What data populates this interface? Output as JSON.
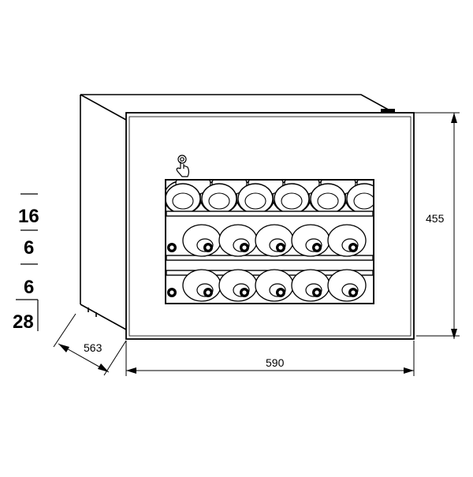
{
  "dimensions": {
    "width": "590",
    "height": "455",
    "depth": "563"
  },
  "capacity": {
    "values": [
      "16",
      "6",
      "6",
      "28"
    ]
  },
  "icons": {
    "touch_control": "touch-finger-icon"
  },
  "shelves": {
    "top_bottles_visible": 6,
    "row_bottles": 5,
    "rows": 3
  },
  "colors": {
    "line": "#000000",
    "background": "#ffffff"
  }
}
